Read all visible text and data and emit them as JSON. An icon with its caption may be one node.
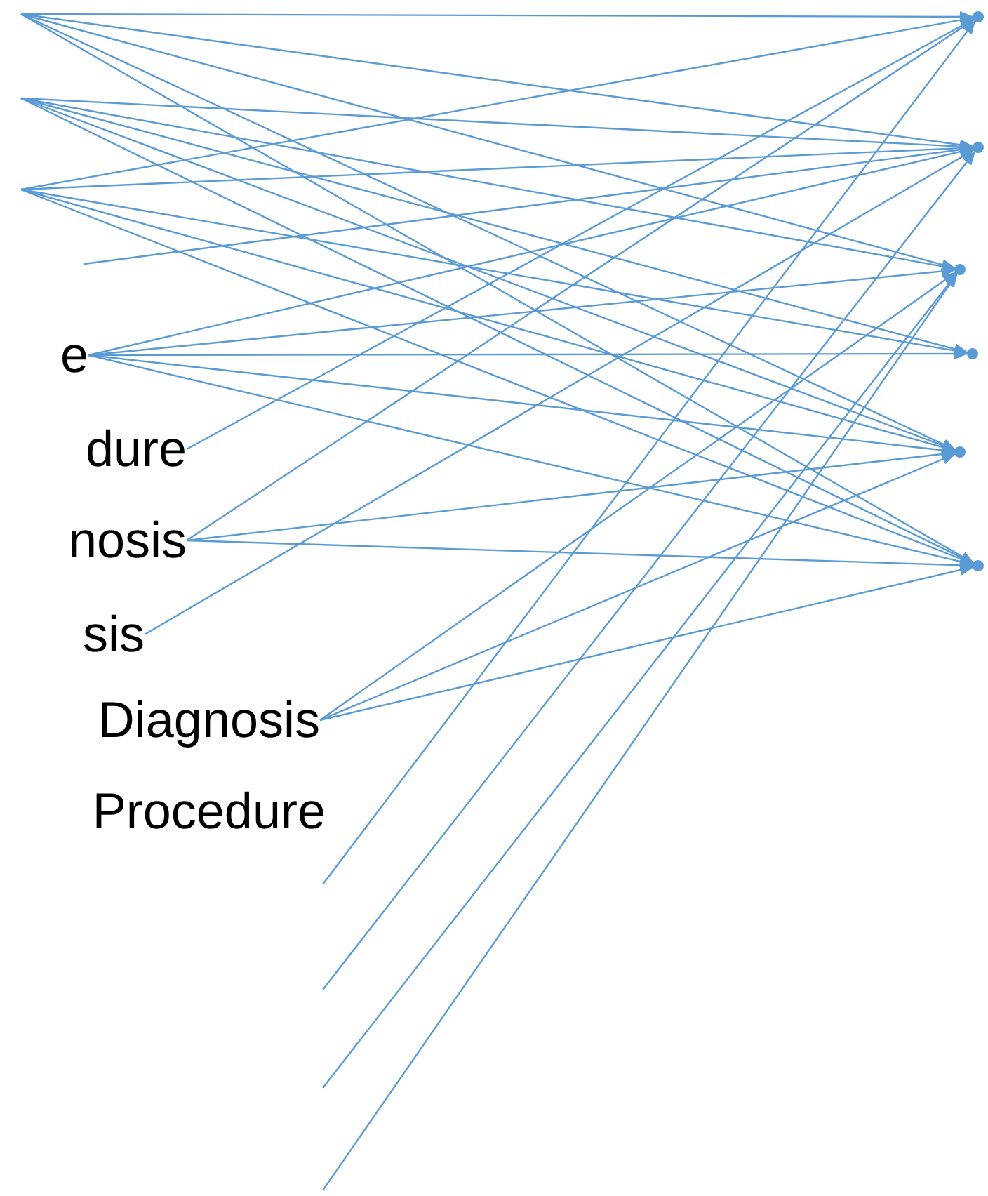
{
  "diagram": {
    "nodes": [
      {
        "text": [
          "e"
        ]
      },
      {
        "text": [
          "dure"
        ]
      },
      {
        "text": [
          "nosis"
        ]
      },
      {
        "text": [
          "sis"
        ]
      },
      {
        "text": [
          "Diagnosis"
        ]
      },
      {
        "text": [
          "Procedure"
        ]
      },
      {
        "text": [],
        "shape": "point"
      },
      {
        "text": [],
        "shape": "point"
      },
      {
        "text": [],
        "shape": "point"
      },
      {
        "text": [],
        "shape": "point"
      },
      {
        "text": [],
        "shape": "point"
      },
      {
        "text": [],
        "shape": "point"
      }
    ],
    "edges": [
      {
        "from": null,
        "to": 6,
        "arrow": "to"
      },
      {
        "from": null,
        "to": 7,
        "arrow": "to"
      },
      {
        "from": null,
        "to": 8,
        "arrow": "to"
      },
      {
        "from": null,
        "to": 10,
        "arrow": "to"
      },
      {
        "from": null,
        "to": 11,
        "arrow": "to"
      },
      {
        "from": null,
        "to": 7,
        "arrow": "to"
      },
      {
        "from": null,
        "to": 8,
        "arrow": "to"
      },
      {
        "from": null,
        "to": 9,
        "arrow": "to"
      },
      {
        "from": null,
        "to": 10,
        "arrow": "to"
      },
      {
        "from": null,
        "to": 11,
        "arrow": "to"
      },
      {
        "from": null,
        "to": 6,
        "arrow": "to"
      },
      {
        "from": null,
        "to": 7,
        "arrow": "to"
      },
      {
        "from": null,
        "to": 9,
        "arrow": "to"
      },
      {
        "from": null,
        "to": 10,
        "arrow": "to"
      },
      {
        "from": null,
        "to": 11,
        "arrow": "to"
      },
      {
        "from": null,
        "to": 7,
        "arrow": "to"
      },
      {
        "from": 0,
        "to": 7,
        "arrow": "to"
      },
      {
        "from": 0,
        "to": 8,
        "arrow": "to"
      },
      {
        "from": 0,
        "to": 9,
        "arrow": "to"
      },
      {
        "from": 0,
        "to": 10,
        "arrow": "to"
      },
      {
        "from": 0,
        "to": 11,
        "arrow": "to"
      },
      {
        "from": 1,
        "to": 6,
        "arrow": "to"
      },
      {
        "from": 2,
        "to": 6,
        "arrow": "to"
      },
      {
        "from": 2,
        "to": 10,
        "arrow": "to"
      },
      {
        "from": 2,
        "to": 11,
        "arrow": "to"
      },
      {
        "from": 3,
        "to": 7,
        "arrow": "to"
      },
      {
        "from": 4,
        "to": 8,
        "arrow": "to"
      },
      {
        "from": 4,
        "to": 10,
        "arrow": "to"
      },
      {
        "from": 4,
        "to": 11,
        "arrow": "to"
      },
      {
        "from": null,
        "to": 6,
        "arrow": "to"
      },
      {
        "from": null,
        "to": 7,
        "arrow": "to"
      },
      {
        "from": null,
        "to": 8,
        "arrow": "to"
      },
      {
        "from": null,
        "to": 8,
        "arrow": "to"
      }
    ]
  }
}
